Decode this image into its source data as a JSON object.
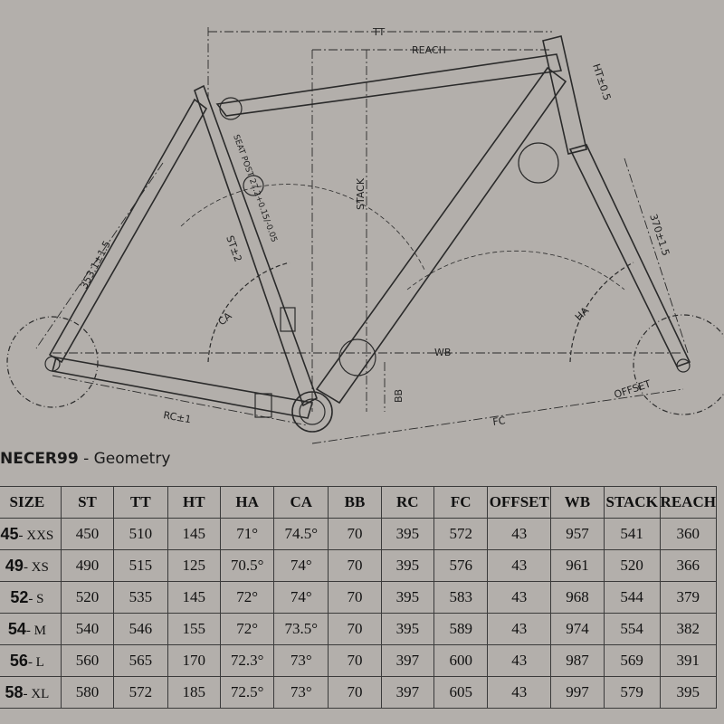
{
  "drawing": {
    "labels": {
      "tt": "TT",
      "reach": "REACH",
      "stack": "STACK",
      "ht": "HT±0.5",
      "fork": "370±1.5",
      "seatstay": "353.1±1.5",
      "st": "ST±2",
      "ca": "CA",
      "ha": "HA",
      "wb": "WB",
      "bb": "BB",
      "rc": "RC±1",
      "fc": "FC",
      "offset": "OFFSET",
      "seatpost": "SEAT POST 27.2+0.15/-0.05"
    },
    "line_color": "#2a2a2a"
  },
  "title": {
    "brand": "NECER99",
    "suffix": " - Geometry"
  },
  "table": {
    "headers": [
      "SIZE",
      "ST",
      "TT",
      "HT",
      "HA",
      "CA",
      "BB",
      "RC",
      "FC",
      "OFFSET",
      "WB",
      "STACK",
      "REACH"
    ],
    "rows": [
      {
        "size_num": "45",
        "size_label": "- XXS",
        "cells": [
          "450",
          "510",
          "145",
          "71°",
          "74.5°",
          "70",
          "395",
          "572",
          "43",
          "957",
          "541",
          "360"
        ]
      },
      {
        "size_num": "49",
        "size_label": "- XS",
        "cells": [
          "490",
          "515",
          "125",
          "70.5°",
          "74°",
          "70",
          "395",
          "576",
          "43",
          "961",
          "520",
          "366"
        ]
      },
      {
        "size_num": "52",
        "size_label": "- S",
        "cells": [
          "520",
          "535",
          "145",
          "72°",
          "74°",
          "70",
          "395",
          "583",
          "43",
          "968",
          "544",
          "379"
        ]
      },
      {
        "size_num": "54",
        "size_label": "- M",
        "cells": [
          "540",
          "546",
          "155",
          "72°",
          "73.5°",
          "70",
          "395",
          "589",
          "43",
          "974",
          "554",
          "382"
        ]
      },
      {
        "size_num": "56",
        "size_label": "- L",
        "cells": [
          "560",
          "565",
          "170",
          "72.3°",
          "73°",
          "70",
          "397",
          "600",
          "43",
          "987",
          "569",
          "391"
        ]
      },
      {
        "size_num": "58",
        "size_label": "- XL",
        "cells": [
          "580",
          "572",
          "185",
          "72.5°",
          "73°",
          "70",
          "397",
          "605",
          "43",
          "997",
          "579",
          "395"
        ]
      }
    ]
  }
}
